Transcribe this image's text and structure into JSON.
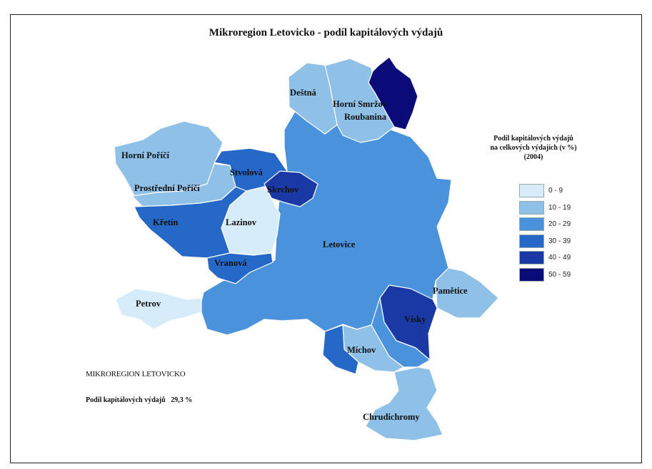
{
  "map": {
    "title": "Mikroregion Letovicko - podíl kapitálových výdajů",
    "legend": {
      "title_lines": [
        "Podíl kapitálových výdajů",
        "na celkových výdajích (v %)",
        "(2004)"
      ],
      "classes": [
        {
          "label": "0 - 9",
          "color": "#d6ecfa"
        },
        {
          "label": "10 - 19",
          "color": "#8fc0e8"
        },
        {
          "label": "20 - 29",
          "color": "#4a92dc"
        },
        {
          "label": "30 - 39",
          "color": "#2668c8"
        },
        {
          "label": "40 - 49",
          "color": "#1a39a4"
        },
        {
          "label": "50 - 59",
          "color": "#0a0a78"
        }
      ]
    },
    "municipalities": [
      {
        "name": "Deštná",
        "class": "10 - 19"
      },
      {
        "name": "Horní Smržov",
        "class": "10 - 19"
      },
      {
        "name": "Roubanina",
        "class": "10 - 19"
      },
      {
        "name": "Horní Poříčí",
        "class": "10 - 19"
      },
      {
        "name": "Stvolová",
        "class": "30 - 39"
      },
      {
        "name": "Skrchov",
        "class": "40 - 49"
      },
      {
        "name": "Prostřední Poříčí",
        "class": "10 - 19"
      },
      {
        "name": "Křetín",
        "class": "30 - 39"
      },
      {
        "name": "Lazinov",
        "class": "0 - 9"
      },
      {
        "name": "Letovice",
        "class": "20 - 29"
      },
      {
        "name": "Vranová",
        "class": "30 - 39"
      },
      {
        "name": "Petrov",
        "class": "0 - 9"
      },
      {
        "name": "Pamětice",
        "class": "10 - 19"
      },
      {
        "name": "Vísky",
        "class": "40 - 49"
      },
      {
        "name": "Míchov",
        "class": "10 - 19"
      },
      {
        "name": "Chrudichromy",
        "class": "10 - 19"
      }
    ],
    "summary": {
      "title": "MIKROREGION LETOVICKO",
      "stat_label": "Podíl kapitálových výdajů",
      "stat_value": "29,3 %"
    }
  }
}
